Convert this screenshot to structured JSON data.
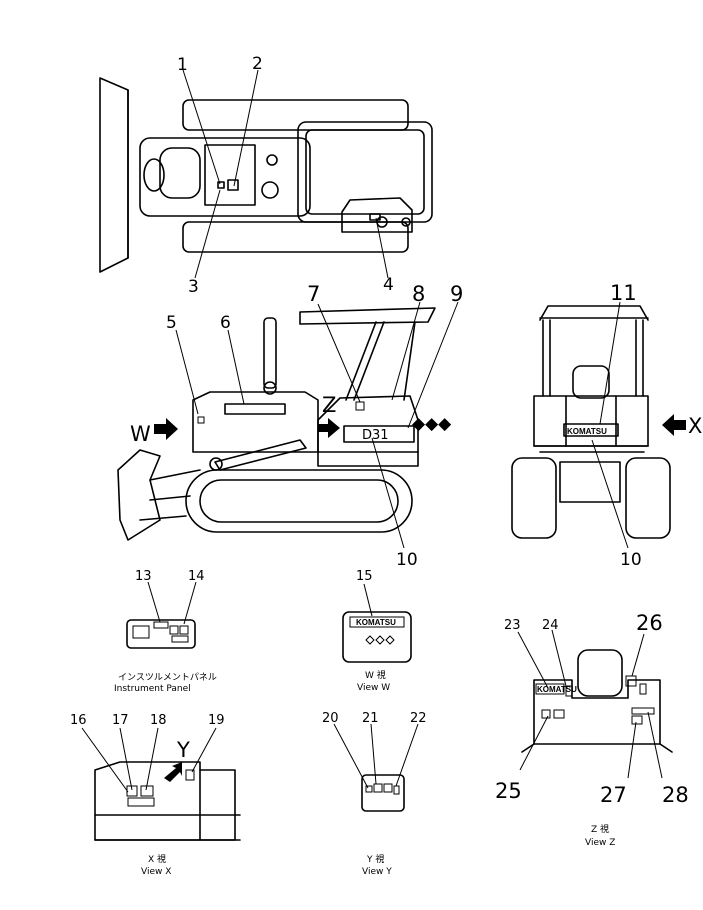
{
  "callouts": {
    "n1": "1",
    "n2": "2",
    "n3": "3",
    "n4": "4",
    "n5": "5",
    "n6": "6",
    "n7": "7",
    "n8": "8",
    "n9": "9",
    "n10a": "10",
    "n10b": "10",
    "n11": "11",
    "n13": "13",
    "n14": "14",
    "n15": "15",
    "n16": "16",
    "n17": "17",
    "n18": "18",
    "n19": "19",
    "n20": "20",
    "n21": "21",
    "n22": "22",
    "n23": "23",
    "n24": "24",
    "n25": "25",
    "n26": "26",
    "n27": "27",
    "n28": "28"
  },
  "view_letters": {
    "w": "W",
    "z": "Z",
    "x": "X",
    "y": "Y"
  },
  "machine_text": {
    "model_plate": "D31",
    "brand_rear": "KOMATSU",
    "brand_label_w": "KOMATSU",
    "brand_label_24": "KOMATSU"
  },
  "captions": {
    "instrument_jp": "インスツルメントパネル",
    "instrument_en": "Instrument  Panel",
    "view_w_jp": "W  視",
    "view_w_en": "View  W",
    "view_x_jp": "X  視",
    "view_x_en": "View  X",
    "view_y_jp": "Y  視",
    "view_y_en": "View  Y",
    "view_z_jp": "Z  視",
    "view_z_en": "View  Z"
  }
}
